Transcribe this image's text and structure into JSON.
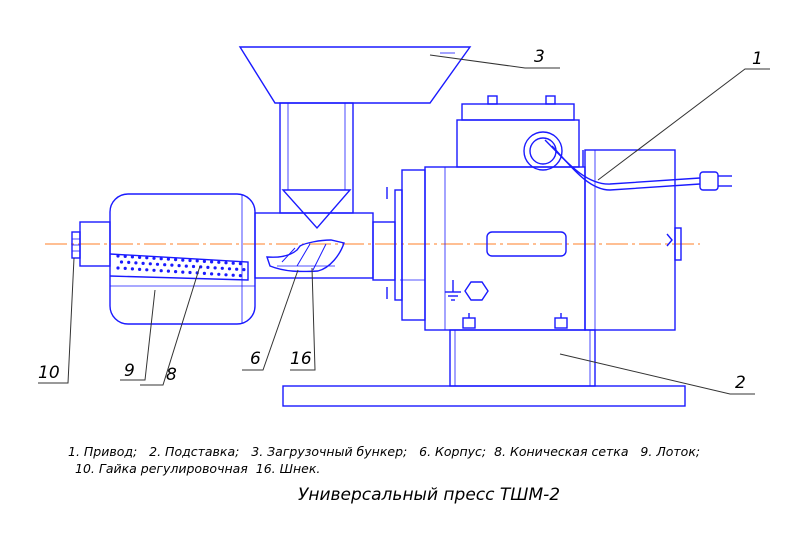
{
  "colors": {
    "drawing": "#1a1aff",
    "axis": "#ff7f27",
    "text": "#000000",
    "leader": "#333333"
  },
  "callouts": {
    "c1": "1",
    "c2": "2",
    "c3": "3",
    "c6": "6",
    "c8": "8",
    "c9": "9",
    "c10": "10",
    "c16": "16"
  },
  "legend": {
    "line1": "1. Привод;   2. Подставка;   3. Загрузочный бункер;   6. Корпус;  8. Коническая сетка   9. Лоток;",
    "line2": "10. Гайка регулировочная  16. Шнек."
  },
  "title": "Универсальный пресс ТШМ-2",
  "icons": [
    "ground-symbol-icon",
    "hex-nut-icon",
    "power-plug-icon"
  ]
}
